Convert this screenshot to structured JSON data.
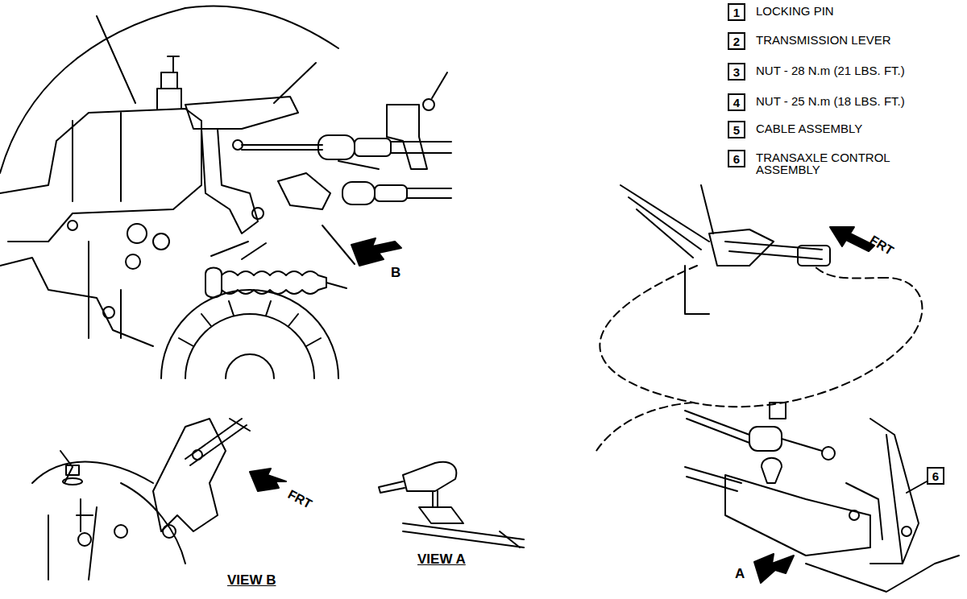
{
  "diagram": {
    "nodes": [
      {
        "text": [
          "1"
        ]
      },
      {
        "text": [
          "2"
        ]
      },
      {
        "text": [
          "3"
        ]
      },
      {
        "text": [
          "4"
        ]
      },
      {
        "text": [
          "5"
        ]
      },
      {
        "text": [
          "6"
        ]
      },
      {
        "text": [
          "6"
        ]
      }
    ],
    "labels": [
      "LOCKING PIN",
      "TRANSMISSION LEVER",
      "NUT - 28 N.m (21 LBS. FT.)",
      "NUT - 25 N.m (18 LBS. FT.)",
      "CABLE ASSEMBLY",
      "TRANSAXLE CONTROL ASSEMBLY",
      "B",
      "FRT",
      "FRT",
      "VIEW B",
      "VIEW A",
      "A"
    ]
  }
}
